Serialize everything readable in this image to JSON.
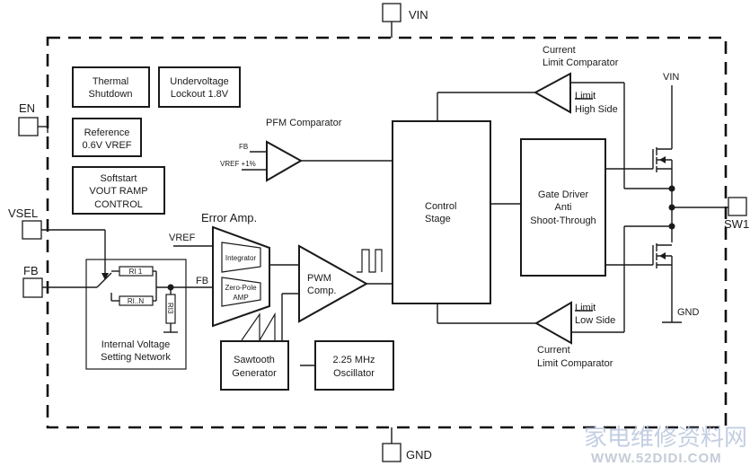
{
  "pins": {
    "vin_top": "VIN",
    "en": "EN",
    "vsel": "VSEL",
    "fb": "FB",
    "sw1": "SW1",
    "gnd_bottom": "GND"
  },
  "blocks": {
    "thermal": [
      "Thermal",
      "Shutdown"
    ],
    "uvlo": [
      "Undervoltage",
      "Lockout 1.8V"
    ],
    "reference": [
      "Reference",
      "0.6V VREF"
    ],
    "softstart": [
      "Softstart",
      "VOUT RAMP",
      "CONTROL"
    ],
    "control_stage": [
      "Control",
      "Stage"
    ],
    "gate_driver": [
      "Gate Driver",
      "Anti",
      "Shoot-Through"
    ],
    "sawtooth": [
      "Sawtooth",
      "Generator"
    ],
    "oscillator": [
      "2.25 MHz",
      "Oscillator"
    ],
    "voltage_network": [
      "Internal Voltage",
      "Setting Network"
    ]
  },
  "pfm": {
    "title": "PFM Comparator",
    "in1": "FB",
    "in2": "VREF +1%"
  },
  "error_amp": {
    "title": "Error Amp.",
    "vref": "VREF",
    "fb": "FB",
    "integrator": "Integrator",
    "zero_pole": [
      "Zero-Pole",
      "AMP"
    ]
  },
  "pwm": [
    "PWM",
    "Comp."
  ],
  "resistors": {
    "r1": "RI 1",
    "rn": "RI..N",
    "r3": "RI3"
  },
  "current_limit_high": {
    "title": [
      "Current",
      "Limit Comparator"
    ],
    "label": [
      "Limit",
      "High Side"
    ]
  },
  "current_limit_low": {
    "title": [
      "Current",
      "Limit Comparator"
    ],
    "label": [
      "Limit",
      "Low Side"
    ]
  },
  "power_stage": {
    "vin": "VIN",
    "gnd": "GND"
  },
  "watermark": {
    "cn": "家电维修资料网",
    "url": "WWW.52DIDI.COM"
  }
}
